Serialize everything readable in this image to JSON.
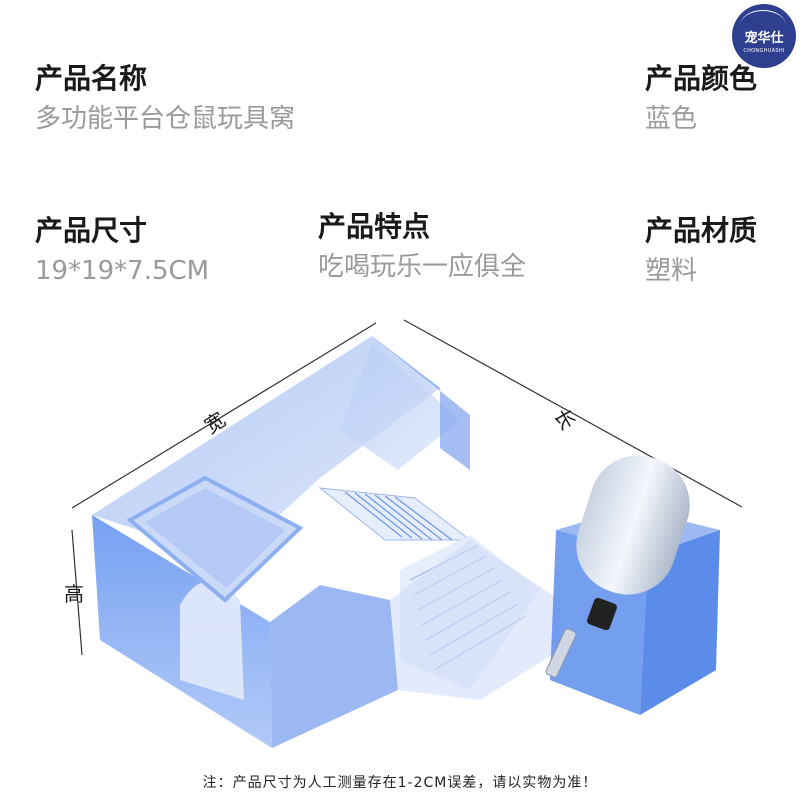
{
  "brand": {
    "name_cn": "宠华仕",
    "name_en": "CHONGHUASHI"
  },
  "specs": {
    "name": {
      "label": "产品名称",
      "value": "多功能平台仓鼠玩具窝"
    },
    "color": {
      "label": "产品颜色",
      "value": "蓝色"
    },
    "size": {
      "label": "产品尺寸",
      "value": "19*19*7.5CM"
    },
    "feature": {
      "label": "产品特点",
      "value": "吃喝玩乐一应俱全"
    },
    "material": {
      "label": "产品材质",
      "value": "塑料"
    }
  },
  "dimensions": {
    "width": "宽",
    "length": "长",
    "height": "高"
  },
  "note": "注：产品尺寸为人工测量存在1-2CM误差，请以实物为准！",
  "colors": {
    "body_blue": "#4a7fe8",
    "light_blue": "#b9cdf5",
    "text_dark": "#1a1a1a",
    "text_gray": "#9a9a9a"
  }
}
